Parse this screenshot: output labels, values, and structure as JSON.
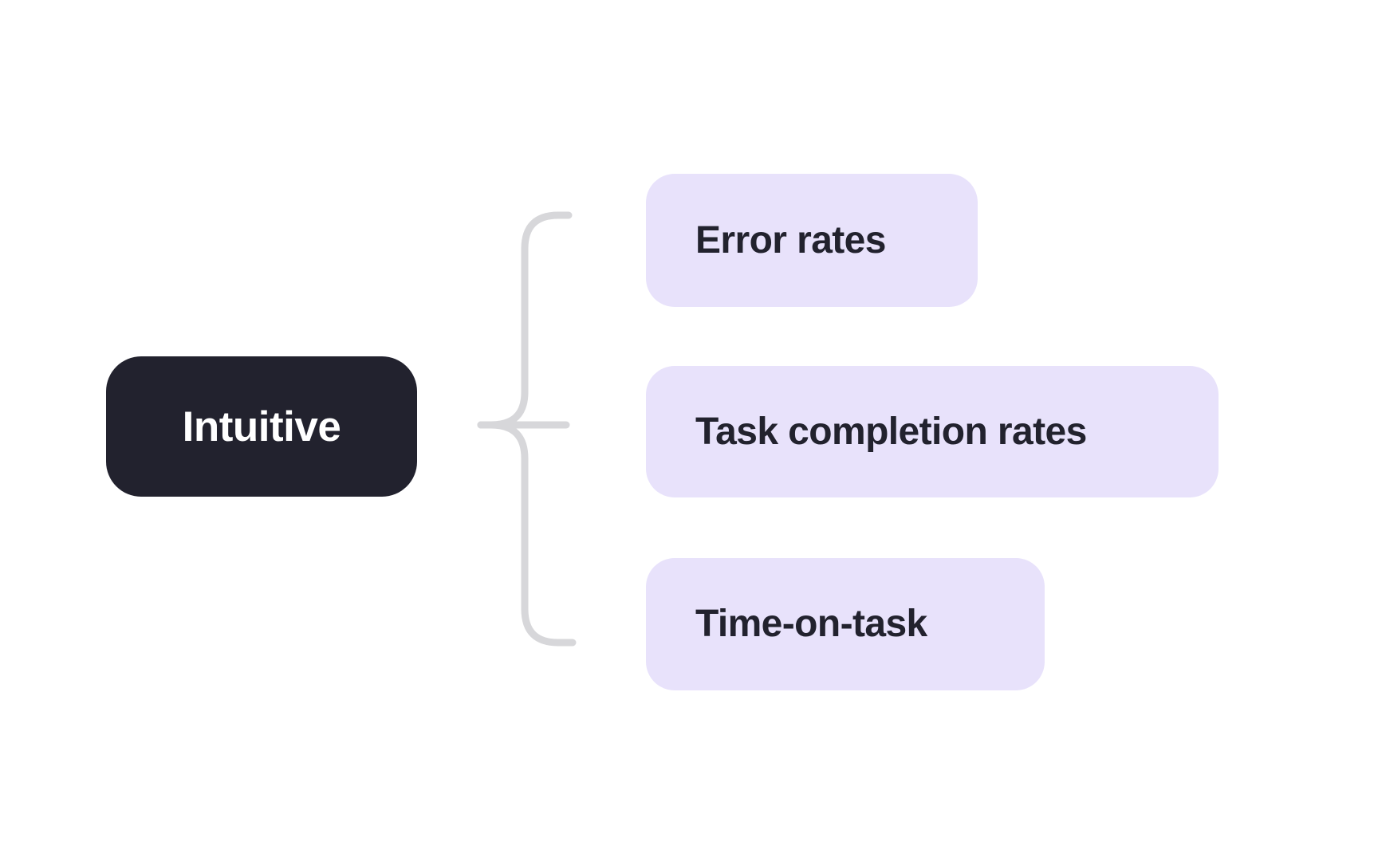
{
  "diagram": {
    "type": "mindmap-bracket",
    "background_color": "#FFFFFF",
    "root": {
      "label": "Intuitive",
      "background_color": "#22222E",
      "text_color": "#FFFFFF"
    },
    "connector": {
      "style": "curly-bracket",
      "color": "#D7D7DA",
      "stroke_width": 9
    },
    "children": [
      {
        "label": "Error rates",
        "background_color": "#E8E2FB",
        "text_color": "#22222E"
      },
      {
        "label": "Task completion rates",
        "background_color": "#E8E2FB",
        "text_color": "#22222E"
      },
      {
        "label": "Time-on-task",
        "background_color": "#E8E2FB",
        "text_color": "#22222E"
      }
    ]
  }
}
